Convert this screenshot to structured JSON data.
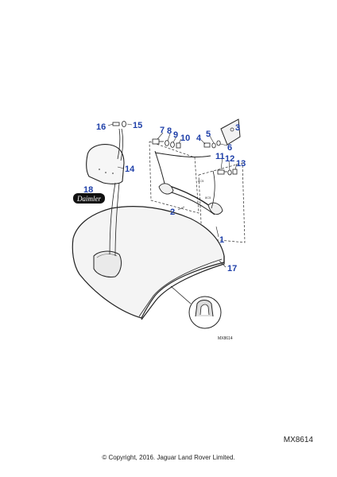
{
  "diagram": {
    "callouts": [
      "1",
      "2",
      "3",
      "4",
      "5",
      "6",
      "7",
      "8",
      "9",
      "10",
      "11",
      "12",
      "13",
      "14",
      "15",
      "16",
      "17",
      "18"
    ],
    "ref_code_small": "MX8614",
    "part_tags": [
      "8C5",
      "8C5"
    ],
    "logo_text": "Daimler"
  },
  "footer": {
    "ref_code": "MX8614",
    "copyright": "© Copyright, 2016. Jaguar Land Rover Limited."
  },
  "colors": {
    "callout": "#1e3fa8",
    "line": "#222222",
    "panel": "#f2f2f2"
  }
}
